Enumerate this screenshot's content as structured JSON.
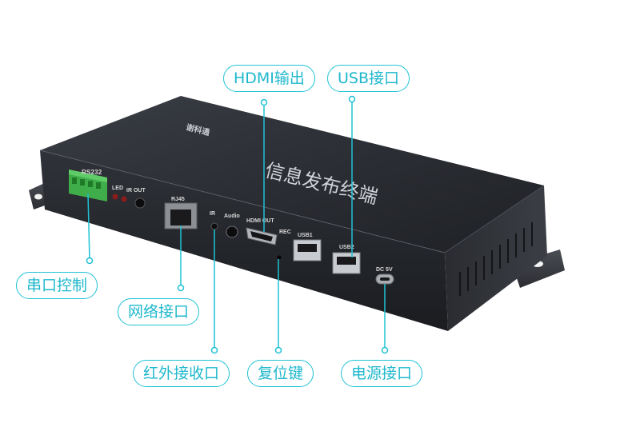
{
  "device": {
    "title": "信息发布终端",
    "brand": "谢科通",
    "port_labels": {
      "rs232": "RS232",
      "led": "LED",
      "ir_out": "IR OUT",
      "rj45": "RJ45",
      "ir": "IR",
      "audio": "Audio",
      "hdmi_out": "HDMI OUT",
      "rec": "REC",
      "usb1": "USB1",
      "usb2": "USB2",
      "dc": "DC 5V"
    }
  },
  "callouts": {
    "hdmi": "HDMI输出",
    "usb": "USB接口",
    "serial": "串口控制",
    "network": "网络接口",
    "ir_receiver": "红外接收口",
    "reset": "复位键",
    "power": "电源接口"
  },
  "colors": {
    "accent": "#1fc2d4",
    "body_dark": "#2a2d33",
    "terminal_green": "#3fae4a"
  }
}
